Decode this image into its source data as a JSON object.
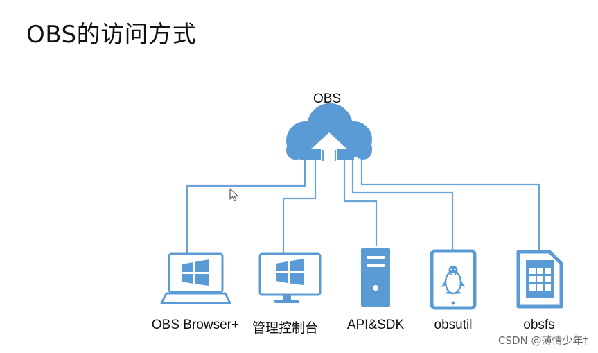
{
  "title": "OBS的访问方式",
  "cloud": {
    "label": "OBS",
    "icon": "cloud-upload-icon"
  },
  "clients": [
    {
      "id": "obs-browser",
      "label": "OBS Browser+",
      "icon": "windows-laptop-icon"
    },
    {
      "id": "console",
      "label": "管理控制台",
      "icon": "windows-monitor-icon"
    },
    {
      "id": "api-sdk",
      "label": "API&SDK",
      "icon": "server-tower-icon"
    },
    {
      "id": "obsutil",
      "label": "obsutil",
      "icon": "linux-tablet-icon"
    },
    {
      "id": "obsfs",
      "label": "obsfs",
      "icon": "calculator-sim-icon"
    }
  ],
  "watermark": "CSDN @薄情少年†",
  "colors": {
    "accent": "#5b9bd5",
    "line": "#6aa3d6",
    "icon_fill": "#5b9bd5"
  }
}
